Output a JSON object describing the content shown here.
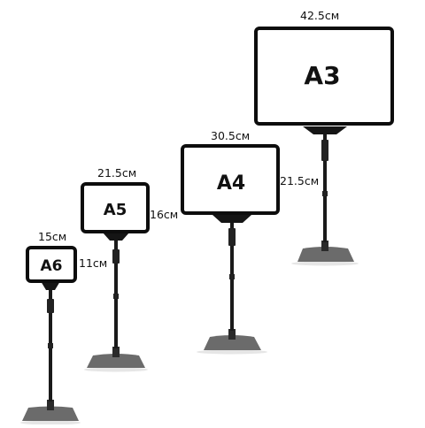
{
  "colors": {
    "background": "#ffffff",
    "frame": "#0d0d0d",
    "pole": "#1a1a1a",
    "base": "#6b6b6b",
    "base_shadow": "#3f3f3f",
    "text": "#111111"
  },
  "stands": [
    {
      "label": "A6",
      "width_label": "15см",
      "height_label": "11см"
    },
    {
      "label": "A5",
      "width_label": "21.5см",
      "height_label": "16см"
    },
    {
      "label": "A4",
      "width_label": "30.5см",
      "height_label": "21.5см"
    },
    {
      "label": "A3",
      "width_label": "42.5см",
      "height_label": ""
    }
  ]
}
